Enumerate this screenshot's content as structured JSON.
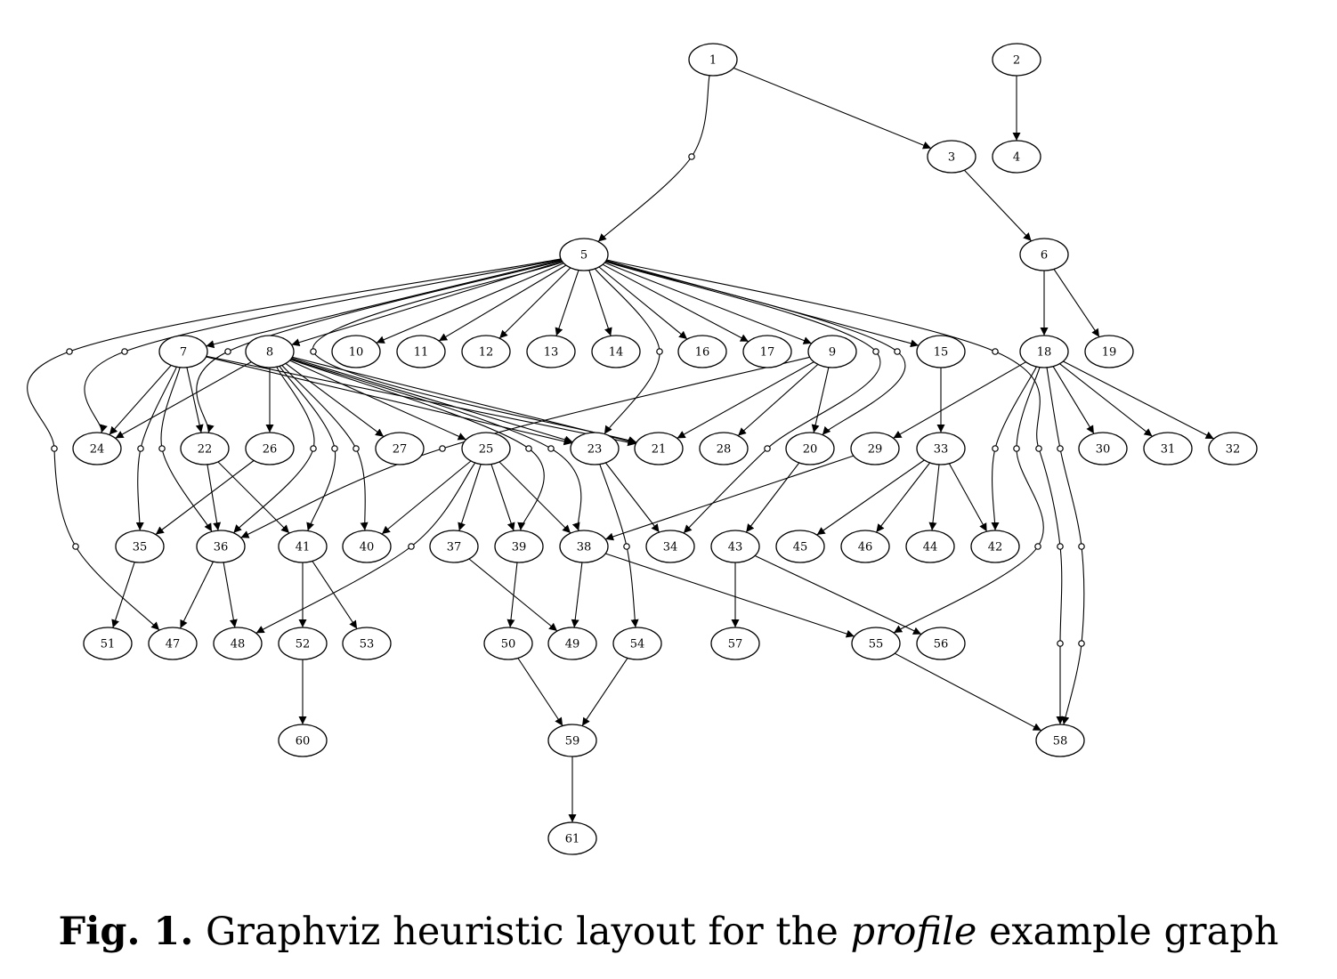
{
  "caption": {
    "label": "Fig. 1.",
    "text_before": "Graphviz heuristic layout for the",
    "emphasis": "profile",
    "text_after": "example graph"
  },
  "diagram": {
    "nodes": [
      "1",
      "2",
      "3",
      "4",
      "5",
      "6",
      "7",
      "8",
      "9",
      "10",
      "11",
      "12",
      "13",
      "14",
      "15",
      "16",
      "17",
      "18",
      "19",
      "20",
      "21",
      "22",
      "23",
      "24",
      "25",
      "26",
      "27",
      "28",
      "29",
      "30",
      "31",
      "32",
      "33",
      "34",
      "35",
      "36",
      "37",
      "38",
      "39",
      "40",
      "41",
      "42",
      "43",
      "44",
      "45",
      "46",
      "47",
      "48",
      "49",
      "50",
      "51",
      "52",
      "53",
      "54",
      "55",
      "56",
      "57",
      "58",
      "59",
      "60",
      "61"
    ],
    "edges": [
      [
        "1",
        "3"
      ],
      [
        "2",
        "4"
      ],
      [
        "1",
        "5"
      ],
      [
        "3",
        "6"
      ],
      [
        "6",
        "18"
      ],
      [
        "6",
        "19"
      ],
      [
        "5",
        "7"
      ],
      [
        "5",
        "8"
      ],
      [
        "5",
        "10"
      ],
      [
        "5",
        "11"
      ],
      [
        "5",
        "12"
      ],
      [
        "5",
        "13"
      ],
      [
        "5",
        "14"
      ],
      [
        "5",
        "16"
      ],
      [
        "5",
        "17"
      ],
      [
        "5",
        "9"
      ],
      [
        "5",
        "15"
      ],
      [
        "5",
        "24"
      ],
      [
        "5",
        "22"
      ],
      [
        "5",
        "21"
      ],
      [
        "5",
        "23"
      ],
      [
        "5",
        "20"
      ],
      [
        "5",
        "34"
      ],
      [
        "5",
        "58"
      ],
      [
        "5",
        "47"
      ],
      [
        "7",
        "24"
      ],
      [
        "7",
        "22"
      ],
      [
        "7",
        "35"
      ],
      [
        "7",
        "36"
      ],
      [
        "7",
        "21"
      ],
      [
        "7",
        "23"
      ],
      [
        "8",
        "24"
      ],
      [
        "8",
        "26"
      ],
      [
        "8",
        "27"
      ],
      [
        "8",
        "25"
      ],
      [
        "8",
        "21"
      ],
      [
        "8",
        "23"
      ],
      [
        "8",
        "36"
      ],
      [
        "8",
        "41"
      ],
      [
        "8",
        "40"
      ],
      [
        "8",
        "39"
      ],
      [
        "8",
        "38"
      ],
      [
        "9",
        "21"
      ],
      [
        "9",
        "28"
      ],
      [
        "9",
        "20"
      ],
      [
        "9",
        "36"
      ],
      [
        "15",
        "33"
      ],
      [
        "18",
        "29"
      ],
      [
        "18",
        "30"
      ],
      [
        "18",
        "31"
      ],
      [
        "18",
        "32"
      ],
      [
        "18",
        "42"
      ],
      [
        "18",
        "55"
      ],
      [
        "18",
        "58"
      ],
      [
        "22",
        "36"
      ],
      [
        "22",
        "41"
      ],
      [
        "26",
        "35"
      ],
      [
        "25",
        "40"
      ],
      [
        "25",
        "37"
      ],
      [
        "25",
        "39"
      ],
      [
        "25",
        "38"
      ],
      [
        "25",
        "48"
      ],
      [
        "23",
        "34"
      ],
      [
        "23",
        "54"
      ],
      [
        "20",
        "43"
      ],
      [
        "29",
        "38"
      ],
      [
        "33",
        "45"
      ],
      [
        "33",
        "46"
      ],
      [
        "33",
        "44"
      ],
      [
        "33",
        "42"
      ],
      [
        "35",
        "51"
      ],
      [
        "36",
        "47"
      ],
      [
        "36",
        "48"
      ],
      [
        "41",
        "52"
      ],
      [
        "41",
        "53"
      ],
      [
        "37",
        "49"
      ],
      [
        "39",
        "50"
      ],
      [
        "38",
        "49"
      ],
      [
        "38",
        "55"
      ],
      [
        "43",
        "57"
      ],
      [
        "43",
        "56"
      ],
      [
        "52",
        "60"
      ],
      [
        "50",
        "59"
      ],
      [
        "54",
        "59"
      ],
      [
        "55",
        "58"
      ],
      [
        "59",
        "61"
      ]
    ]
  }
}
